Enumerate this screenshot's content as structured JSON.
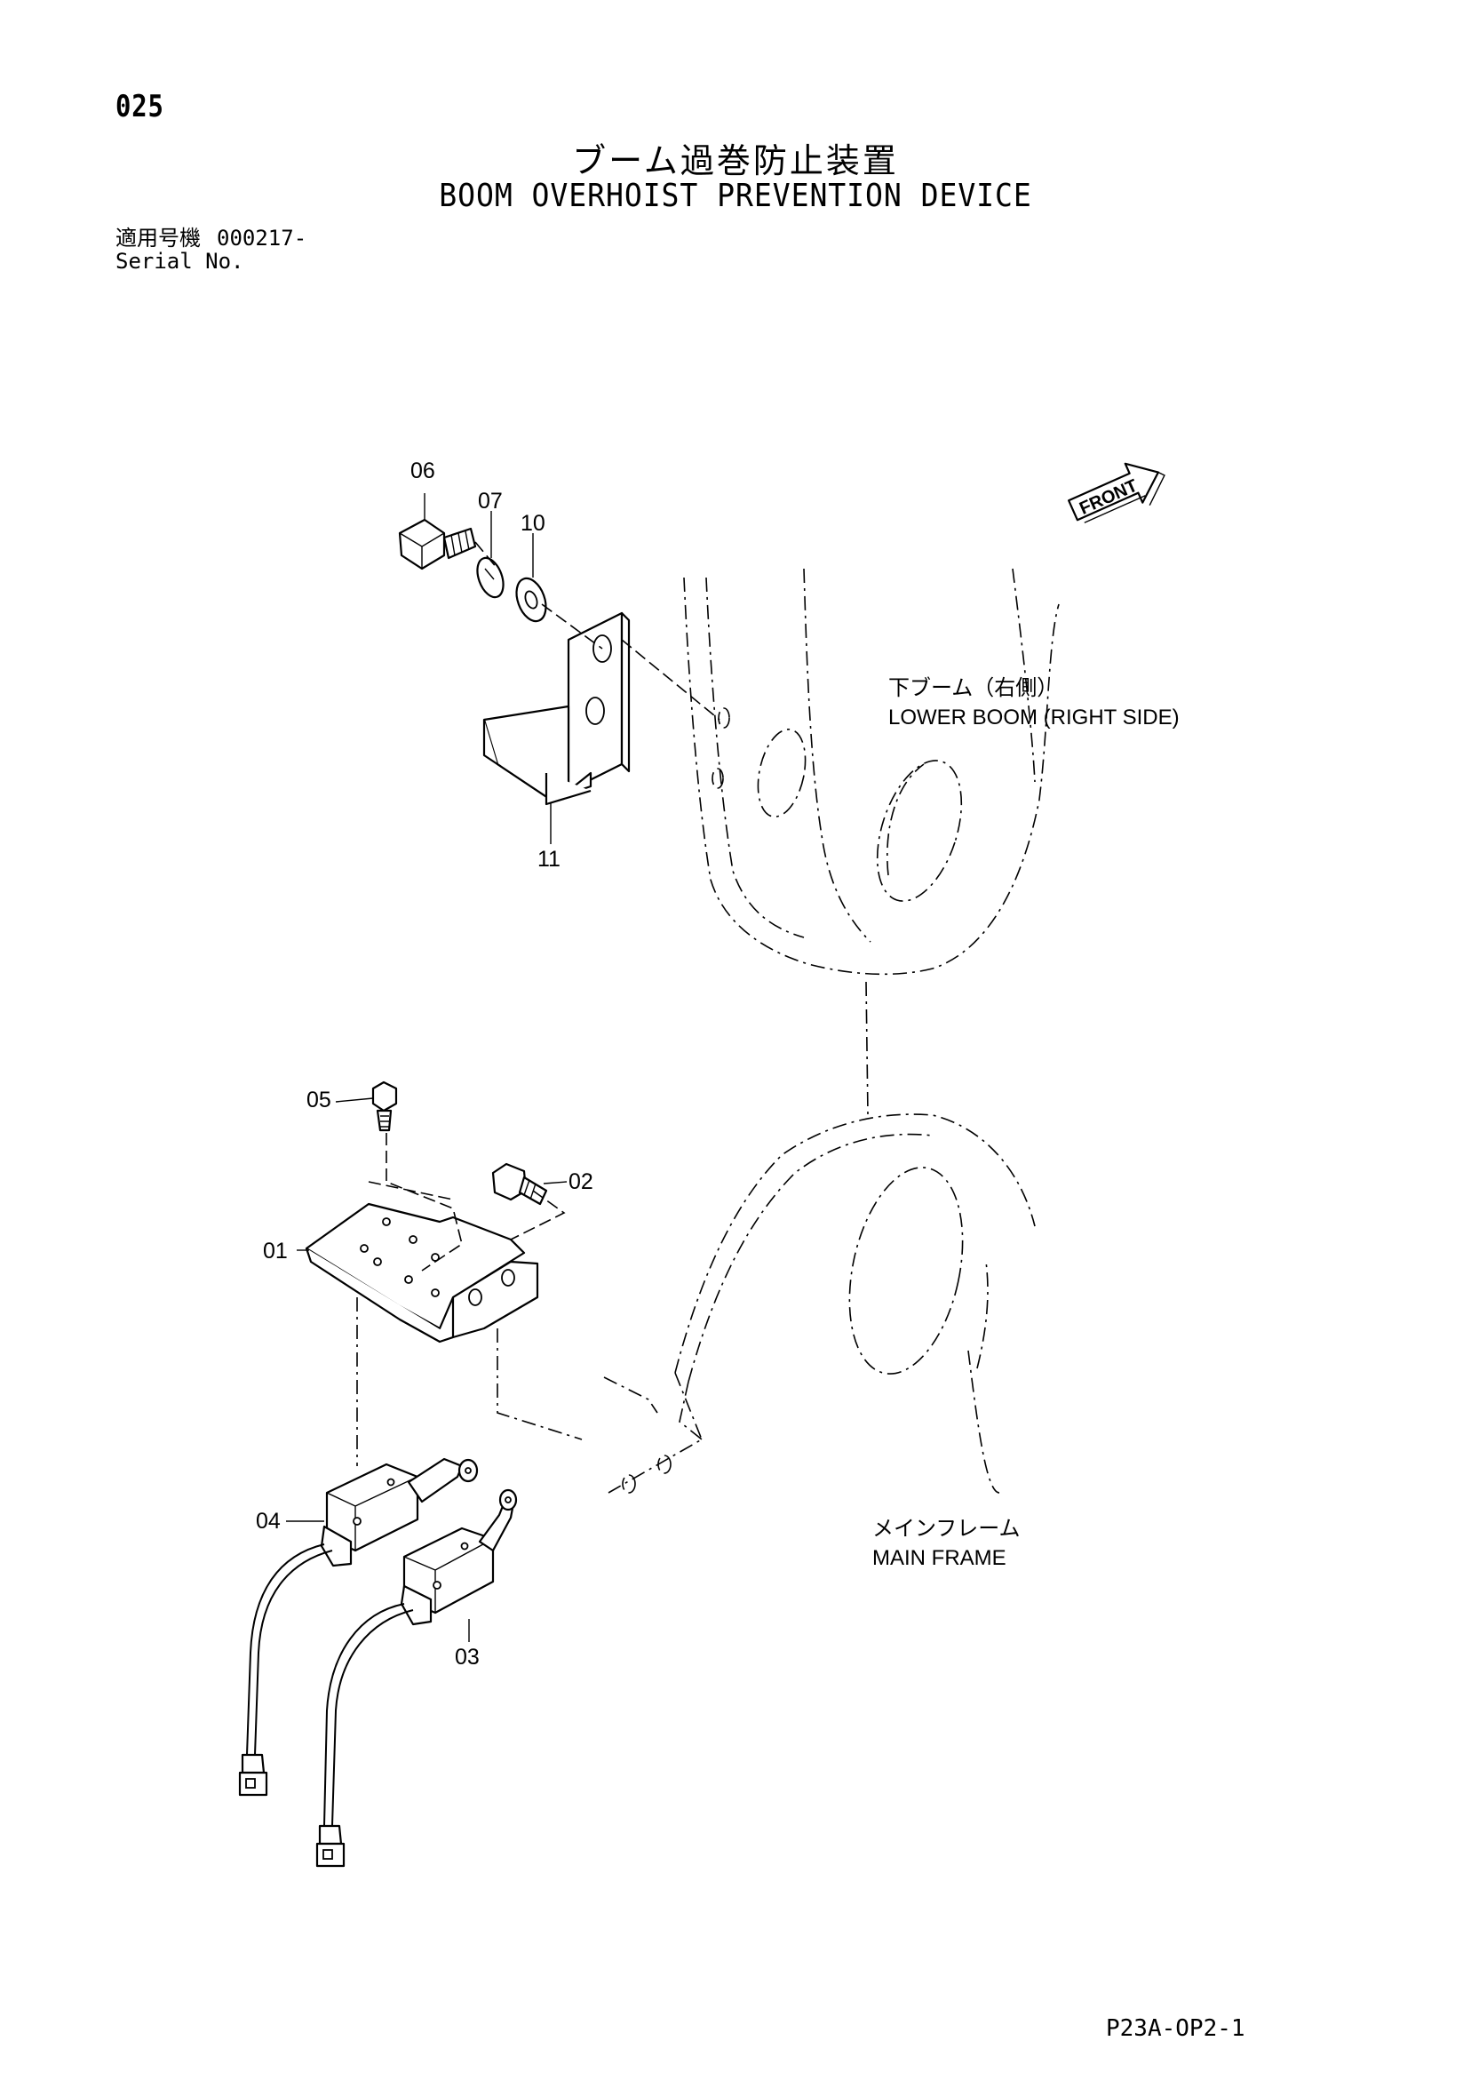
{
  "header": {
    "page_number": "025",
    "title_jp": "ブーム過巻防止装置",
    "title_en": "BOOM OVERHOIST PREVENTION DEVICE",
    "serial_label_jp": "適用号機",
    "serial_value": "000217-",
    "serial_label_en": "Serial No."
  },
  "direction_marker": {
    "text": "FRONT"
  },
  "area_labels": {
    "lower_boom_jp": "下ブーム（右側）",
    "lower_boom_en": "LOWER BOOM (RIGHT SIDE)",
    "main_frame_jp": "メインフレーム",
    "main_frame_en": "MAIN FRAME"
  },
  "part_callouts": {
    "p01": "01",
    "p02": "02",
    "p03": "03",
    "p04": "04",
    "p05": "05",
    "p06": "06",
    "p07": "07",
    "p10": "10",
    "p11": "11"
  },
  "footer": {
    "page_code": "P23A-OP2-1"
  }
}
